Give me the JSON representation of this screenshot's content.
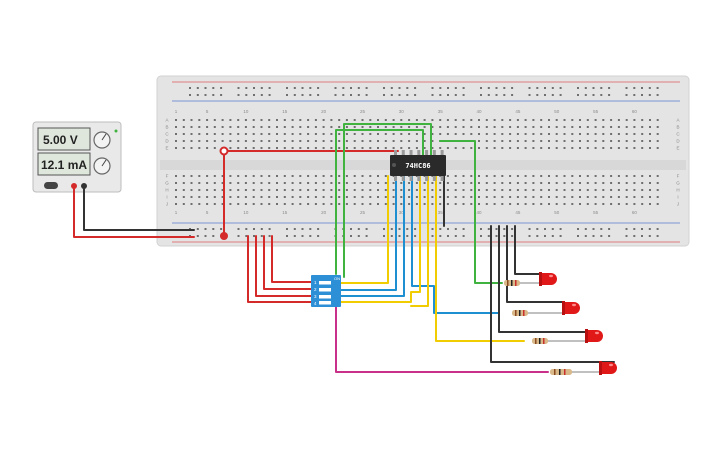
{
  "colors": {
    "breadboard": "#e4e4e4",
    "hole": "#6f6f6f",
    "rail_red": "#e05a5a",
    "rail_blue": "#5a7bd0",
    "wire_red": "#d42a2a",
    "wire_black": "#333333",
    "wire_green": "#3fb23f",
    "wire_blue": "#1e8fd0",
    "wire_yellow": "#f0cc00",
    "wire_magenta": "#c8308a",
    "chip": "#2a2a2a",
    "dip_switch": "#2d8fd6",
    "led": "#e01818"
  },
  "power_supply": {
    "voltage": "5.00 V",
    "current": "12.1 mA"
  },
  "chip": {
    "label": "74HC86"
  },
  "breadboard": {
    "column_numbers_top": [
      "1",
      "5",
      "10",
      "15",
      "20",
      "25",
      "30",
      "35",
      "40",
      "45",
      "50",
      "55",
      "60"
    ],
    "column_numbers_bottom": [
      "1",
      "5",
      "10",
      "15",
      "20",
      "25",
      "30",
      "35",
      "40",
      "45",
      "50",
      "55",
      "60"
    ],
    "row_letters_top": [
      "A",
      "B",
      "C",
      "D",
      "E"
    ],
    "row_letters_bottom": [
      "F",
      "G",
      "H",
      "I",
      "J"
    ]
  },
  "dip_switch": {
    "switch_labels": [
      "1",
      "2",
      "3",
      "4"
    ],
    "header": "ON"
  },
  "leds": [
    "led-1",
    "led-2",
    "led-3",
    "led-4"
  ]
}
